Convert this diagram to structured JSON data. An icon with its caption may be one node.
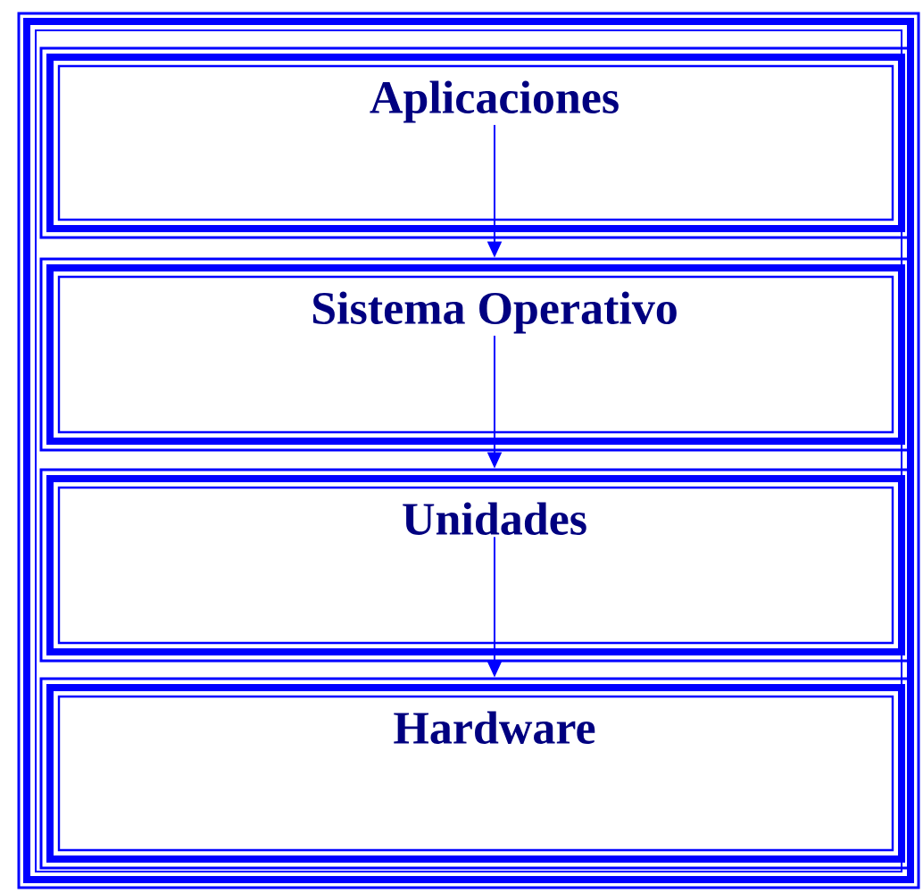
{
  "diagram": {
    "nodes": [
      {
        "text": [
          "Aplicaciones"
        ]
      },
      {
        "text": [
          "Sistema Operativo"
        ]
      },
      {
        "text": [
          "Unidades"
        ]
      },
      {
        "text": [
          "Hardware"
        ]
      }
    ],
    "edges": [
      {
        "from": 0,
        "to": 1,
        "arrow": "to"
      },
      {
        "from": 1,
        "to": 2,
        "arrow": "to"
      },
      {
        "from": 2,
        "to": 3,
        "arrow": "to"
      }
    ]
  }
}
